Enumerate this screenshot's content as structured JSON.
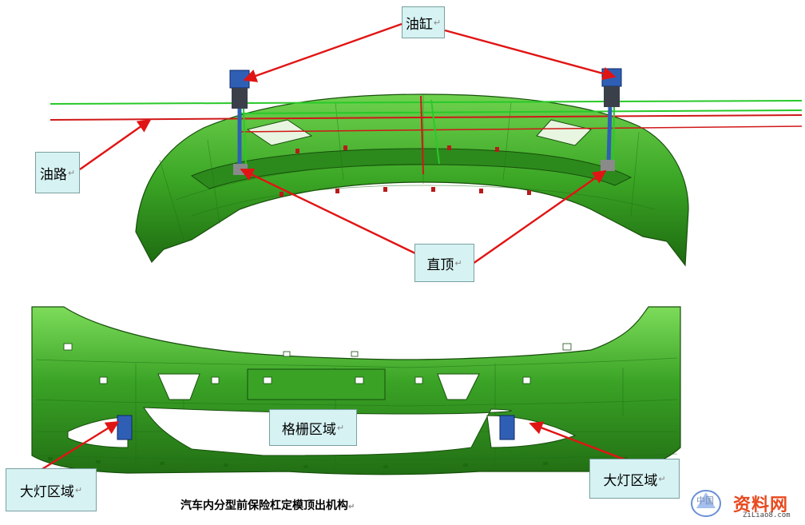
{
  "callouts": {
    "cylinder": "油缸",
    "oil_line": "油路",
    "straight_lifter": "直顶",
    "grille_area": "格栅区域",
    "headlamp_left": "大灯区域",
    "headlamp_right": "大灯区域"
  },
  "caption": "汽车内分型前保险杠定模顶出机构",
  "watermark": {
    "text": "资料网",
    "url": "ZiLiao8.com",
    "small": "中国"
  },
  "colors": {
    "bumper_green": "#3fa82a",
    "bumper_dark": "#1f6f12",
    "arrow_red": "#e11414",
    "oil_line_green": "#29c929",
    "cylinder_blue": "#2f5fb5",
    "callout_bg": "#d6f2f2"
  }
}
